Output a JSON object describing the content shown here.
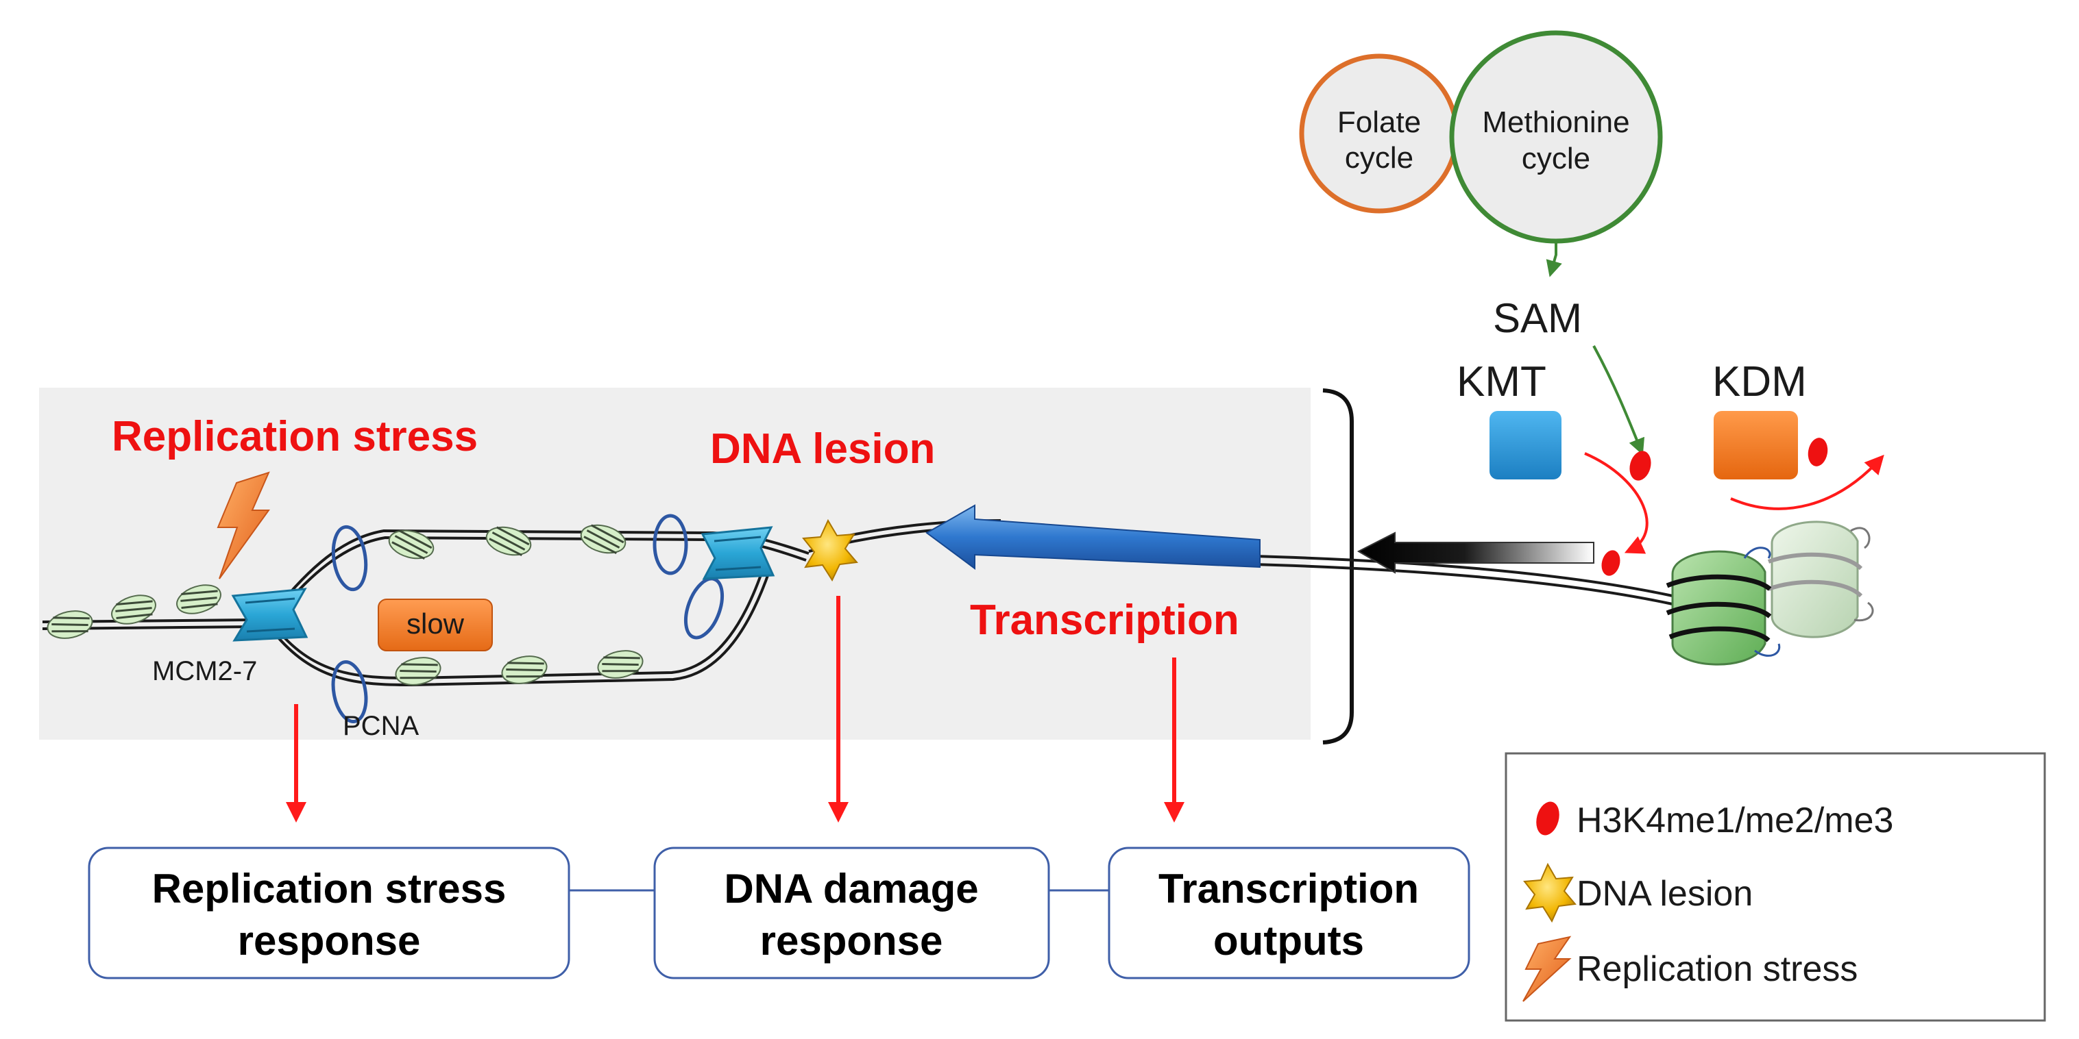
{
  "labels": {
    "folate_cycle": [
      "Folate",
      "cycle"
    ],
    "methionine_cycle": [
      "Methionine",
      "cycle"
    ],
    "sam": "SAM",
    "kmt": "KMT",
    "kdm": "KDM",
    "replication_stress": "Replication stress",
    "dna_lesion": "DNA lesion",
    "transcription": "Transcription",
    "slow": "slow",
    "mcm": "MCM2-7",
    "pcna": "PCNA"
  },
  "responses": [
    {
      "line1": "Replication stress",
      "line2": "response"
    },
    {
      "line1": "DNA damage",
      "line2": "response"
    },
    {
      "line1": "Transcription",
      "line2": "outputs"
    }
  ],
  "legend": [
    {
      "icon": "methyl-mark-icon",
      "label": "H3K4me1/me2/me3"
    },
    {
      "icon": "star-icon",
      "label": "DNA lesion"
    },
    {
      "icon": "lightning-icon",
      "label": "Replication stress"
    }
  ],
  "colors": {
    "headline_red": "#ee1111",
    "arrow_red": "#ff1a1a",
    "folate_orange": "#dd6f2a",
    "methionine_green": "#3f8a35",
    "kmt_blue": "#2b97db",
    "kdm_orange": "#f47a22",
    "mcm_cyan": "#2da9d8",
    "pcna_blue": "#2d57a3",
    "box_border": "#3f5fa8",
    "panel_gray": "#efefef"
  }
}
